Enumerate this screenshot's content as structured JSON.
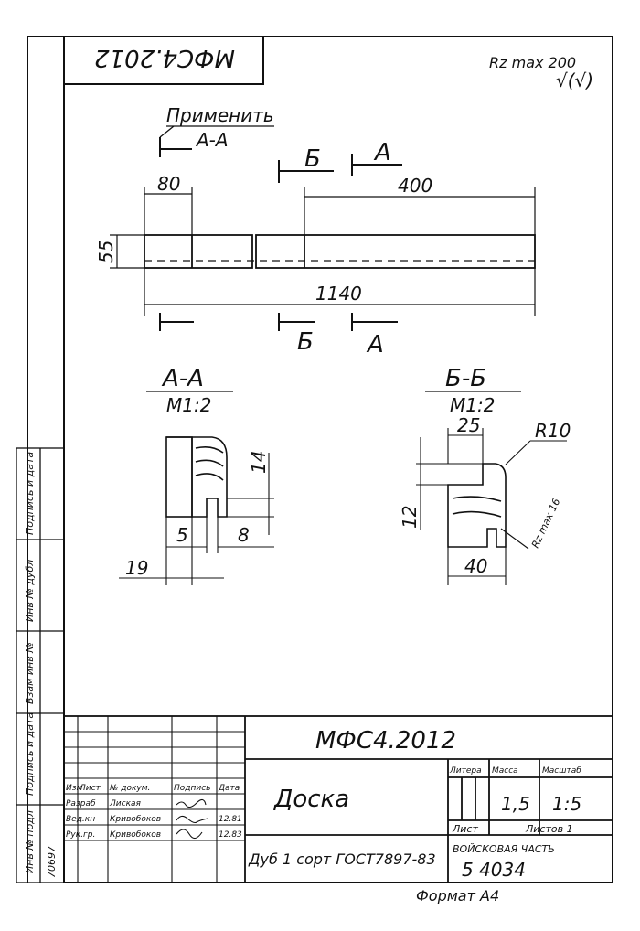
{
  "drawing": {
    "code_upside_down": "МФС4.2012",
    "roughness_note": "Rz max 200",
    "roughness_symbol": "√(√)",
    "apply_note": "Применить",
    "apply_section": "А-А",
    "cut_b": "Б",
    "cut_a": "А",
    "dims": {
      "d80": "80",
      "d400": "400",
      "d55": "55",
      "d1140": "1140",
      "d14": "14",
      "d5": "5",
      "d8": "8",
      "d19": "19",
      "d25": "25",
      "r10": "R10",
      "d12": "12",
      "d40": "40",
      "rz16": "Rz max 16"
    },
    "section_a": {
      "title": "А-А",
      "scale": "М1:2"
    },
    "section_b": {
      "title": "Б-Б",
      "scale": "М1:2"
    }
  },
  "title_block": {
    "code": "МФС4.2012",
    "name": "Доска",
    "material": "Дуб 1 сорт ГОСТ7897-83",
    "col_litera": "Литера",
    "col_mass": "Масса",
    "col_scale": "Масштаб",
    "mass_value": "1,5",
    "scale_value": "1:5",
    "sheet": "Лист",
    "sheets": "Листов 1",
    "org": "ВОЙСКОВАЯ ЧАСТЬ",
    "org_number": "5 4034",
    "rows": [
      [
        "Изм",
        "Лист",
        "№ докум.",
        "Подпись",
        "Дата"
      ],
      [
        "Разраб",
        "Лиская",
        "",
        "",
        ""
      ],
      [
        "Вед.кн",
        "Кривобоков",
        "",
        "",
        "12.81"
      ],
      [
        "Рук.гр.",
        "Кривобоков",
        "",
        "",
        "12.83"
      ]
    ],
    "format": "Формат А4"
  },
  "side_stamps": [
    "Инв № подл",
    "Подпись и дата",
    "Взам инв №",
    "Инв № дубл",
    "Подпись и дата"
  ],
  "side_values": [
    "70697",
    "",
    "",
    "",
    ""
  ]
}
